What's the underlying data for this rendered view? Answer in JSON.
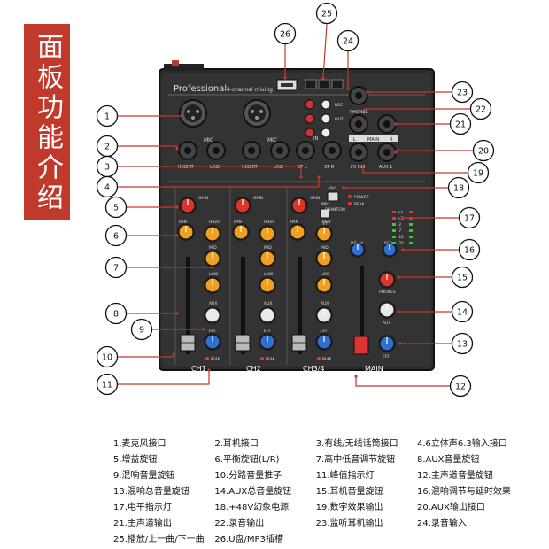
{
  "title": "面板功能介绍",
  "device": {
    "brand_text": "Professional",
    "subtitle_text": "4-channel mixing",
    "channel_labels": [
      "CH1",
      "CH2",
      "CH3/4",
      "MAIN"
    ],
    "jack_labels": {
      "mic": "MIC",
      "insert": "INSERT",
      "line": "LINE",
      "st_l": "ST L",
      "st_r": "ST R",
      "in": "IN",
      "phones": "PHONES",
      "main": "MAIN",
      "l": "L",
      "r": "R",
      "fx_ins": "FX INS",
      "aux1": "AUX 1",
      "rec": "REC",
      "out": "OUT"
    },
    "knob_labels": {
      "gain": "GAIN",
      "pan": "PAN",
      "high": "HIGH",
      "mid": "MID",
      "low": "LOW",
      "aux": "AUX",
      "eff": "EFF",
      "peak": "PEAK",
      "mp3": "MP3",
      "st": "ST",
      "phantom": "PHANTOM",
      "48v": "48V",
      "delay": "DELAY",
      "rep": "REP",
      "power": "POWER",
      "peak_led": "PEAK"
    },
    "meter_labels": [
      "+4",
      "+1",
      "-2",
      "-7",
      "-10",
      "-20"
    ]
  },
  "callouts": [
    "1",
    "2",
    "3",
    "4",
    "5",
    "6",
    "7",
    "8",
    "9",
    "10",
    "11",
    "12",
    "13",
    "14",
    "15",
    "16",
    "17",
    "18",
    "19",
    "20",
    "21",
    "22",
    "23",
    "24",
    "25",
    "26"
  ],
  "legend": [
    [
      "1.麦克风接口",
      "2.耳机接口",
      "3.有线/无线话筒接口",
      "4.6立体声6.3输入接口"
    ],
    [
      "5.增益旋钮",
      "6.平衡旋钮(L/R)",
      "7.高中低音调节旋钮",
      "8.AUX音量旋钮"
    ],
    [
      "9.混响音量旋钮",
      "10.分路音量推子",
      "11.峰值指示灯",
      "12.主声道音量旋钮"
    ],
    [
      "13.混响总音量旋钮",
      "14.AUX总音量旋钮",
      "15.耳机音量旋钮",
      "16.混响调节与延时效果"
    ],
    [
      "17.电平指示灯",
      "18.+48V幻象电源",
      "19.数字效果输出",
      "20.AUX输出接口"
    ],
    [
      "21.主声道输出",
      "22.录音输出",
      "23.监听耳机输出",
      "24.录音输入"
    ],
    [
      "25.播放/上一曲/下一曲",
      "26.U盘/MP3插槽",
      "",
      ""
    ]
  ],
  "colors": {
    "title_bg": "#c0392b",
    "panel": "#2b2b2b",
    "callout_line": "#c0392b",
    "knob_red": "#d9352a",
    "knob_orange": "#f0a020",
    "knob_blue": "#2f6fd0",
    "knob_white": "#e8e8e8"
  }
}
